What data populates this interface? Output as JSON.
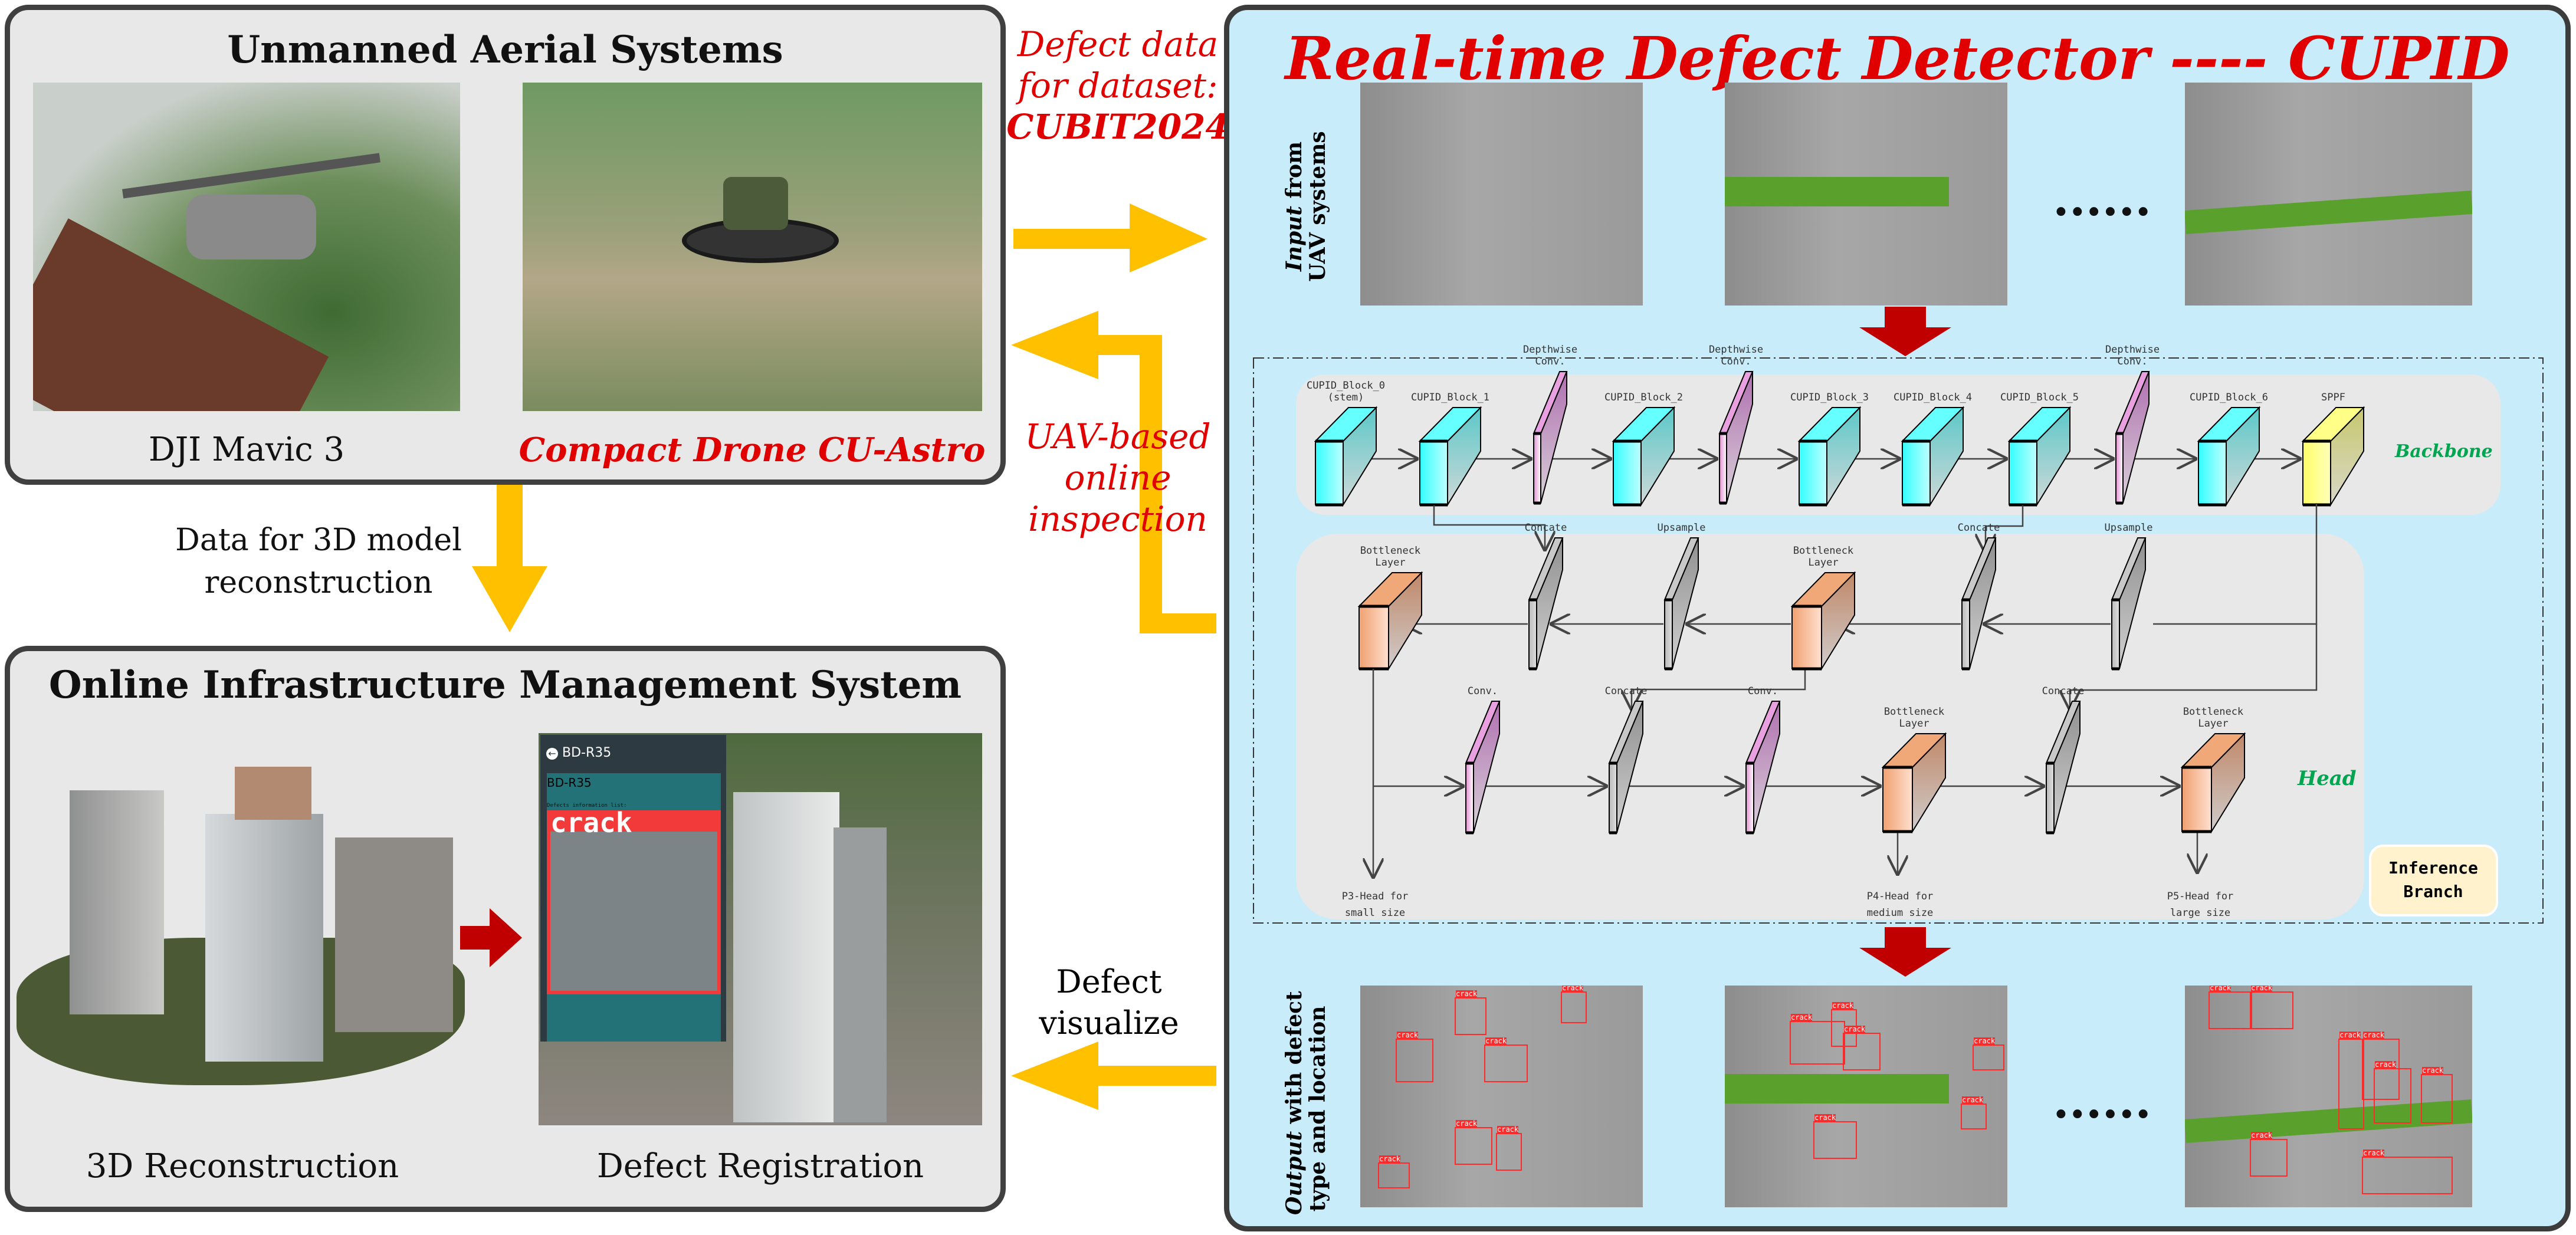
{
  "uas_panel": {
    "title": "Unmanned Aerial Systems",
    "caption_left": "DJI Mavic 3",
    "caption_right": "Compact Drone CU-Astro"
  },
  "arrow_down_label": "Data for 3D model reconstruction",
  "oims_panel": {
    "title": "Online Infrastructure Management System",
    "caption_left": "3D Reconstruction",
    "caption_right": "Defect Registration",
    "app": {
      "header": "BD-R35",
      "card_title": "BD-R35",
      "list_label": "Defects information list:",
      "defect_label": "crack"
    }
  },
  "middle": {
    "dataset_line1": "Defect data",
    "dataset_line2": "for dataset:",
    "dataset_name": "CUBIT2024",
    "inspection_line1": "UAV-based",
    "inspection_line2": "online",
    "inspection_line3": "inspection",
    "visualize_line1": "Defect",
    "visualize_line2": "visualize"
  },
  "cupid": {
    "title": "Real-time Defect Detector ---- CUPID",
    "input_label_em": "Input",
    "input_label_rest": " from",
    "input_label_line2": "UAV systems",
    "output_label_em": "Output",
    "output_label_rest": " with defect",
    "output_label_line2": "type and location",
    "ellipsis": "......",
    "backbone_label": "Backbone",
    "head_label": "Head",
    "inference_branch": "Inference Branch",
    "backbone_blocks": [
      "CUPID_Block_0\n(stem)",
      "CUPID_Block_1",
      "Depthwise\nConv.",
      "CUPID_Block_2",
      "Depthwise\nConv.",
      "CUPID_Block_3",
      "CUPID_Block_4",
      "CUPID_Block_5",
      "Depthwise\nConv.",
      "CUPID_Block_6",
      "SPPF"
    ],
    "head_row1": [
      "Bottleneck\nLayer",
      "Concate",
      "Upsample",
      "Bottleneck\nLayer",
      "Concate",
      "Upsample"
    ],
    "head_row2": [
      "Conv.",
      "Concate",
      "Conv.",
      "Bottleneck\nLayer",
      "Concate",
      "Bottleneck\nLayer"
    ],
    "outputs": [
      "P3-Head for\nsmall size",
      "P4-Head for\nmedium size",
      "P5-Head for\nlarge size"
    ],
    "detection_label": "crack"
  },
  "colors": {
    "arrow": "#ffc000",
    "red_arrow": "#c00000",
    "panel_bg": "#c8ecfa",
    "accent_red": "#e00000",
    "label_green": "#00a550"
  }
}
